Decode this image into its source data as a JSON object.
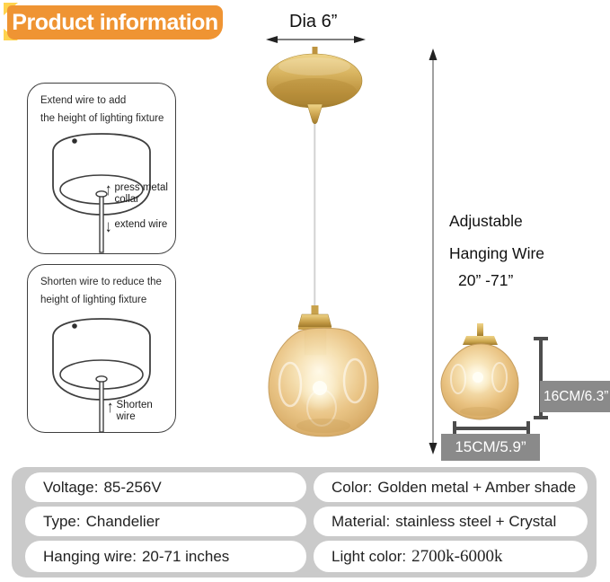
{
  "banner": {
    "title": "Product information",
    "bg_color": "#EF9433",
    "accent_color": "#FFD34D"
  },
  "top_dimension": {
    "diameter_label": "Dia 6”"
  },
  "icons": {
    "up_arrow": "↑",
    "down_arrow": "↓"
  },
  "instruction_boxes": [
    {
      "title_line1": "Extend wire to add",
      "title_line2": "the height of lighting fixture",
      "labels": [
        {
          "icon": "up-arrow",
          "text": "press metal collar"
        },
        {
          "icon": "down-arrow",
          "text": "extend wire"
        }
      ]
    },
    {
      "title_line1": "Shorten wire to reduce the",
      "title_line2": "height of lighting fixture",
      "labels": [
        {
          "icon": "up-arrow",
          "text": "Shorten wire"
        }
      ]
    }
  ],
  "adjustable": {
    "line1": "Adjustable",
    "line2": "Hanging Wire",
    "line3": "20”  -71”"
  },
  "shade_dimensions": {
    "height": "16CM/6.3”",
    "width": "15CM/5.9”",
    "tag_color": "#8A8A8A"
  },
  "specs": [
    {
      "label": "Voltage:",
      "value": "85-256V"
    },
    {
      "label": "Type:",
      "value": "Chandelier"
    },
    {
      "label": "Hanging wire:",
      "value": "20-71 inches"
    },
    {
      "label": "Color:",
      "value": "Golden metal + Amber shade"
    },
    {
      "label": "Material:",
      "value": "stainless steel + Crystal"
    },
    {
      "label": "Light color:",
      "value": "2700k-6000k"
    }
  ],
  "colors": {
    "gold_metal": "#D2A855",
    "amber_glass": "#E9C27E",
    "panel_gray": "#CACACA",
    "line_dark": "#3f3f3f"
  }
}
